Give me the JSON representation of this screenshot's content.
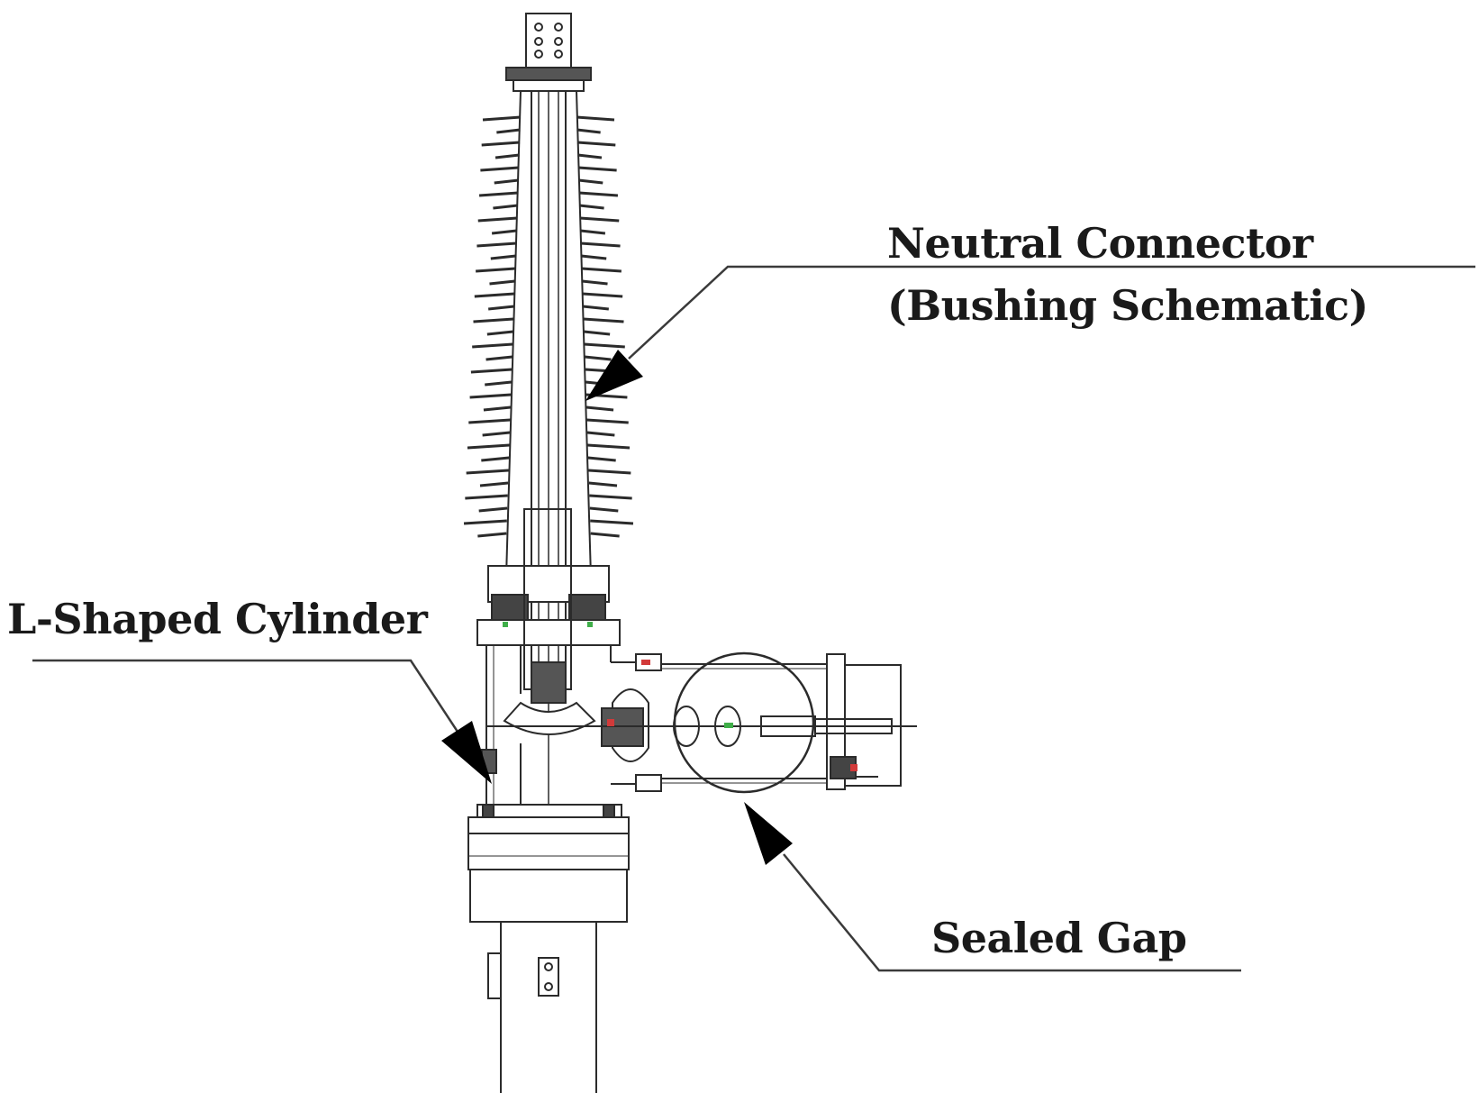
{
  "callouts": {
    "neutral_connector": {
      "title": "Neutral Connector",
      "subtitle": "(Bushing Schematic)"
    },
    "l_shaped_cylinder": {
      "title": "L-Shaped Cylinder"
    },
    "sealed_gap": {
      "title": "Sealed Gap"
    }
  },
  "colors": {
    "line": "#2b2b2b",
    "leader": "#3a3a3a",
    "arrow": "#000000",
    "accent_red": "#d23a3a",
    "accent_green": "#3fae49",
    "background": "#ffffff"
  }
}
